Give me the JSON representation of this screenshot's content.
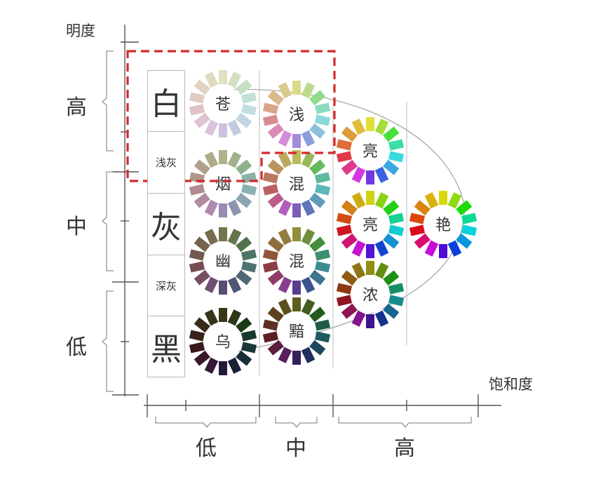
{
  "axes": {
    "lightness_title": "明度",
    "saturation_title": "饱和度",
    "lightness_levels": [
      "高",
      "中",
      "低"
    ],
    "saturation_levels": [
      "低",
      "中",
      "高"
    ]
  },
  "gray_scale": [
    "白",
    "浅灰",
    "灰",
    "深灰",
    "黑"
  ],
  "tones": [
    {
      "label": "苍",
      "lightness": "高",
      "saturation": "低"
    },
    {
      "label": "浅",
      "lightness": "高",
      "saturation": "中"
    },
    {
      "label": "烟",
      "lightness": "中高",
      "saturation": "低"
    },
    {
      "label": "混",
      "lightness": "中高",
      "saturation": "中"
    },
    {
      "label": "亮",
      "lightness": "中高",
      "saturation": "高"
    },
    {
      "label": "幽",
      "lightness": "中低",
      "saturation": "低"
    },
    {
      "label": "混",
      "lightness": "中低",
      "saturation": "中"
    },
    {
      "label": "亮",
      "lightness": "中",
      "saturation": "高"
    },
    {
      "label": "艳",
      "lightness": "中",
      "saturation": "最高"
    },
    {
      "label": "浓",
      "lightness": "中低",
      "saturation": "高"
    },
    {
      "label": "乌",
      "lightness": "低",
      "saturation": "低"
    },
    {
      "label": "黯",
      "lightness": "低",
      "saturation": "中"
    }
  ],
  "colors": {
    "highlight_border": "#d42a2a",
    "axis": "#555555",
    "curve": "#a8a8a8",
    "divider": "#c8c8c8"
  }
}
